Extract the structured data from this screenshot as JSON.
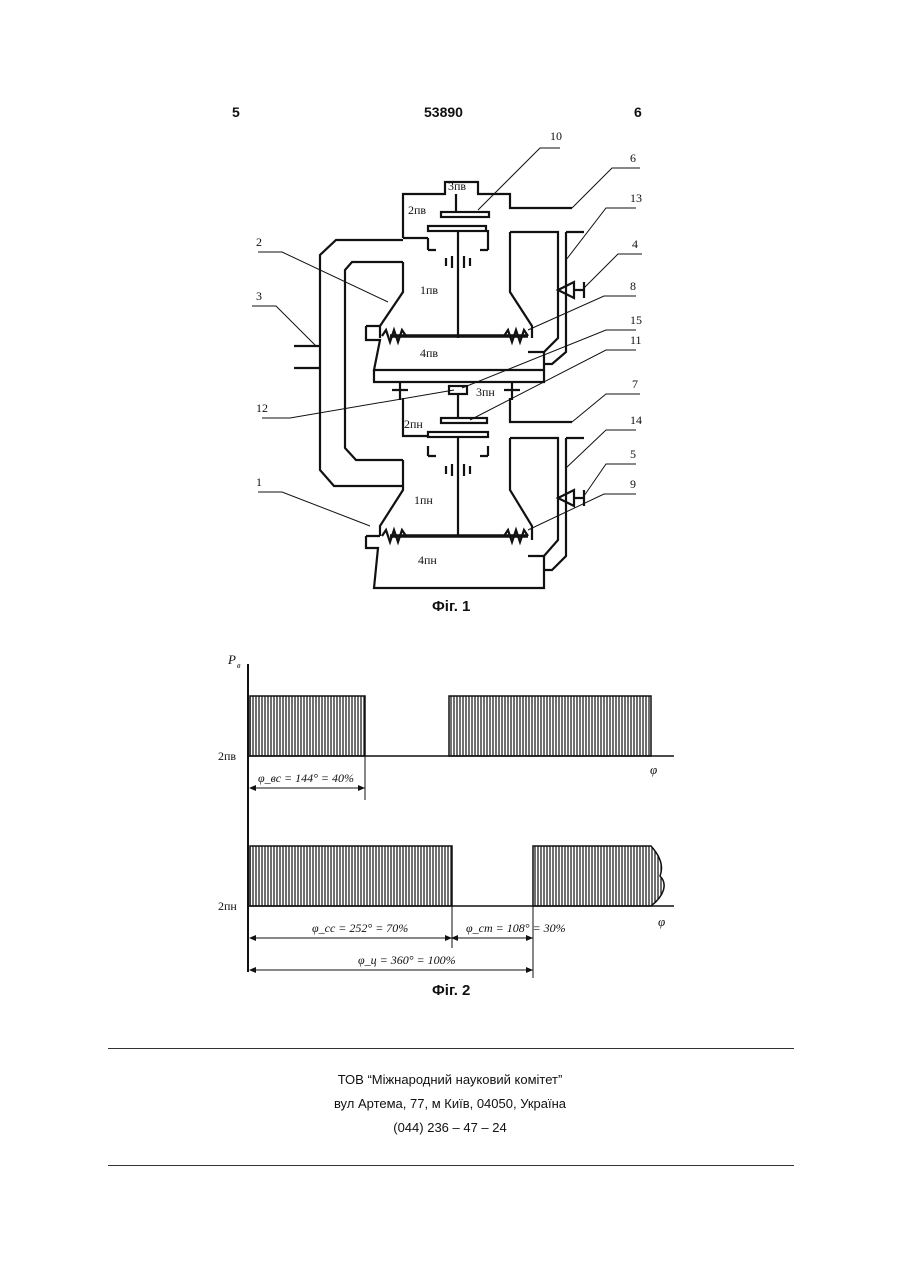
{
  "header": {
    "left_page": "5",
    "patent_number": "53890",
    "right_page": "6"
  },
  "figure1": {
    "caption": "Фіг. 1",
    "labels": {
      "c_3pv": "3пв",
      "c_2pv": "2пв",
      "c_1pv": "1пв",
      "c_4pv": "4пв",
      "c_3pn": "3пн",
      "c_2pn": "2пн",
      "c_1pn": "1пн",
      "c_4pn": "4пн"
    },
    "callouts": [
      "10",
      "6",
      "13",
      "4",
      "2",
      "8",
      "3",
      "15",
      "11",
      "12",
      "7",
      "14",
      "5",
      "1",
      "9"
    ]
  },
  "figure2": {
    "caption": "Фіг. 2",
    "y_axis_label": "P",
    "y_axis_sub": "в",
    "phi_label": "φ",
    "row_upper_label": "2пв",
    "row_lower_label": "2пн",
    "dim_upper": "φ_вс = 144° = 40%",
    "dim_lower_left": "φ_сс = 252° = 70%",
    "dim_lower_right": "φ_ст = 108° = 30%",
    "dim_total": "φ_ц = 360° = 100%"
  },
  "footer": {
    "org": "ТОВ “Міжнародний науковий комітет”",
    "address": "вул  Артема, 77, м  Київ, 04050, Україна",
    "phone": "(044) 236 – 47 – 24"
  }
}
